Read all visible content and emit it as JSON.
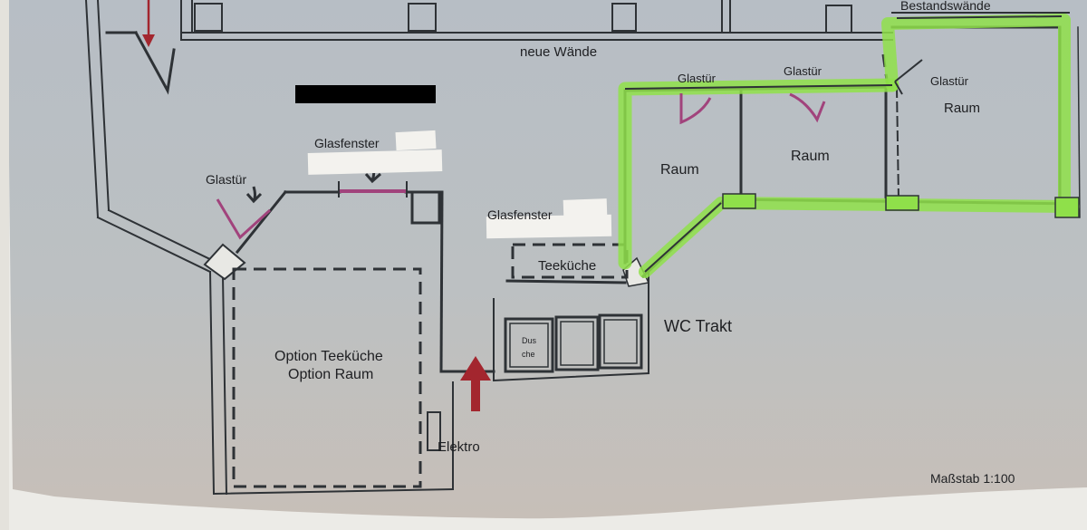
{
  "labels": {
    "bestandswaende": "Bestandswände",
    "neue_waende": "neue Wände",
    "glastuer": "Glastür",
    "glasfenster": "Glasfenster",
    "raum": "Raum",
    "teekueche": "Teeküche",
    "wc_trakt": "WC Trakt",
    "dusche_line1": "Dus",
    "dusche_line2": "che",
    "option_teekueche": "Option Teeküche",
    "option_raum": "Option Raum",
    "elektro": "Elektro",
    "massstab": "Maßstab 1:100"
  },
  "colors": {
    "paper": "#b9c0c6",
    "wall": "#2e3236",
    "highlight": "#8fe04a",
    "door": "#a1437c",
    "arrow": "#a3262e",
    "redaction": "#000000",
    "tape": "#f3f2ee"
  }
}
